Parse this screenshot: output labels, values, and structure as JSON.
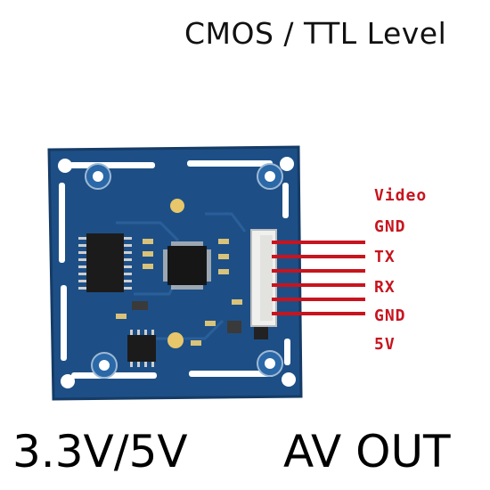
{
  "title": "CMOS / TTL Level",
  "footer": {
    "voltage": "3.3V/5V",
    "output": "AV OUT"
  },
  "pins": [
    {
      "label": "Video"
    },
    {
      "label": "GND"
    },
    {
      "label": "TX"
    },
    {
      "label": "RX"
    },
    {
      "label": "GND"
    },
    {
      "label": "5V"
    }
  ],
  "colors": {
    "pcb": "#1d4f86",
    "wire": "#c8141e",
    "label": "#c8141e"
  }
}
